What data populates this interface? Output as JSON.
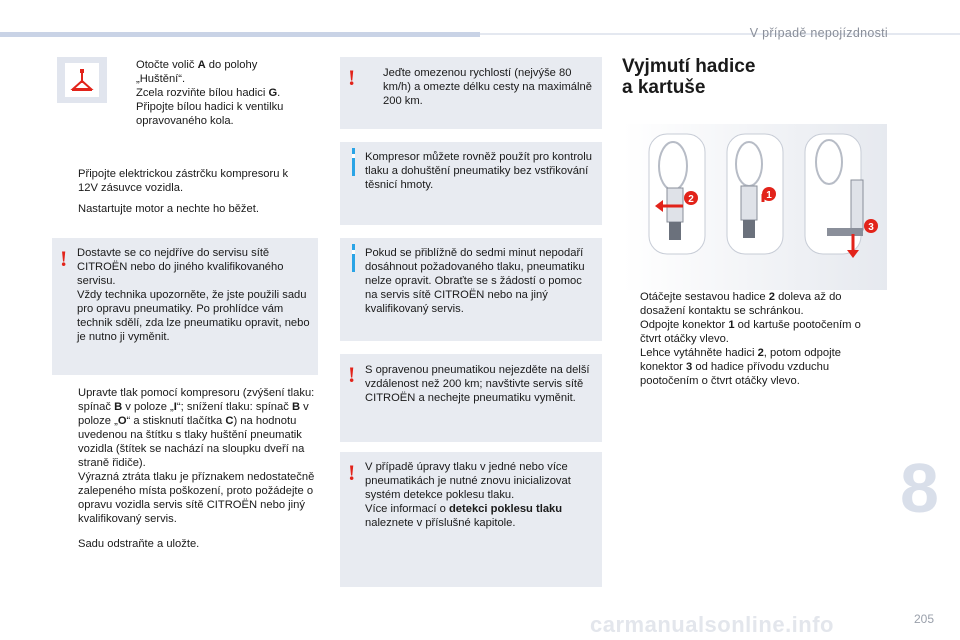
{
  "header": {
    "section": "V případě nepojízdnosti"
  },
  "chapter_number": "8",
  "footer": {
    "watermark": "carmanualsonline.info",
    "page": "205"
  },
  "col1": {
    "steps_top": [
      {
        "parts": [
          "Otočte volič ",
          "A",
          " do polohy „Huštění“."
        ]
      },
      {
        "parts": [
          "Zcela rozviňte bílou hadici ",
          "G",
          "."
        ]
      },
      {
        "parts": [
          "Připojte bílou hadici k ventilku opravovaného kola.",
          "",
          ""
        ]
      }
    ],
    "steps_mid": [
      "Připojte elektrickou zástrčku kompresoru k 12V zásuvce vozidla.",
      "Nastartujte motor a nechte ho běžet."
    ],
    "warning1": "Dostavte se co nejdříve do servisu sítě CITROËN nebo do jiného kvalifikovaného servisu.\nVždy technika upozorněte, že jste použili sadu pro opravu pneumatiky. Po prohlídce vám technik sdělí, zda lze pneumatiku opravit, nebo je nutno ji vyměnit.",
    "step_adjust": {
      "a": "Upravte tlak pomocí kompresoru (zvýšení tlaku: spínač ",
      "b": "B",
      "c": " v poloze „",
      "d": "I",
      "e": "“; snížení tlaku: spínač ",
      "f": "B",
      "g": " v poloze „",
      "h": "O",
      "i": "“ a stisknutí tlačítka ",
      "j": "C",
      "k": ") na hodnotu uvedenou na štítku s tlaky huštění pneumatik vozidla (štítek se nachází na sloupku dveří na straně řidiče).\nVýrazná ztráta tlaku je příznakem nedostatečně zalepeného místa poškození, proto požádejte o opravu vozidla servis sítě CITROËN nebo jiný kvalifikovaný servis."
    },
    "step_last": "Sadu odstraňte a uložte."
  },
  "col2": {
    "warn_speed": "Jeďte omezenou rychlostí (nejvýše 80 km/h) a omezte délku cesty na maximálně 200 km.",
    "info1": "Kompresor můžete rovněž použít pro kontrolu tlaku a dohuštění pneumatiky bez vstřikování těsnicí hmoty.",
    "info2": "Pokud se přiblížně do sedmi minut nepodaří dosáhnout požadovaného tlaku, pneumatiku nelze opravit. Obraťte se s žádostí o pomoc na servis sítě CITROËN nebo na jiný kvalifikovaný servis.",
    "warn2": "S opravenou pneumatikou nejezděte na delší vzdálenost než 200 km; navštivte servis sítě CITROËN a nechejte pneumatiku vyměnit.",
    "warn3_a": "V případě úpravy tlaku v jedné nebo více pneumatikách je nutné znovu inicializovat systém detekce poklesu tlaku.\nVíce informací o ",
    "warn3_b": "detekci poklesu tlaku",
    "warn3_c": " naleznete v příslušné kapitole."
  },
  "col3": {
    "title_line1": "Vyjmutí hadice",
    "title_line2": "a kartuše",
    "callouts": [
      "2",
      "1",
      "3"
    ],
    "step1_a": "Otáčejte sestavou hadice ",
    "step1_b": "2",
    "step1_c": " doleva až do dosažení kontaktu se schránkou.",
    "step2_a": "Odpojte konektor ",
    "step2_b": "1",
    "step2_c": " od kartuše pootočením o čtvrt otáčky vlevo.",
    "step3_a": "Lehce vytáhněte hadici ",
    "step3_b": "2",
    "step3_c": ", potom odpojte konektor ",
    "step3_d": "3",
    "step3_e": " od hadice přívodu vzduchu pootočením o čtvrt otáčky vlevo."
  },
  "bullet_glyph": "",
  "colors": {
    "warning": "#e2231a",
    "info": "#2aa4e6",
    "box_bg": "#e8ebf1"
  }
}
